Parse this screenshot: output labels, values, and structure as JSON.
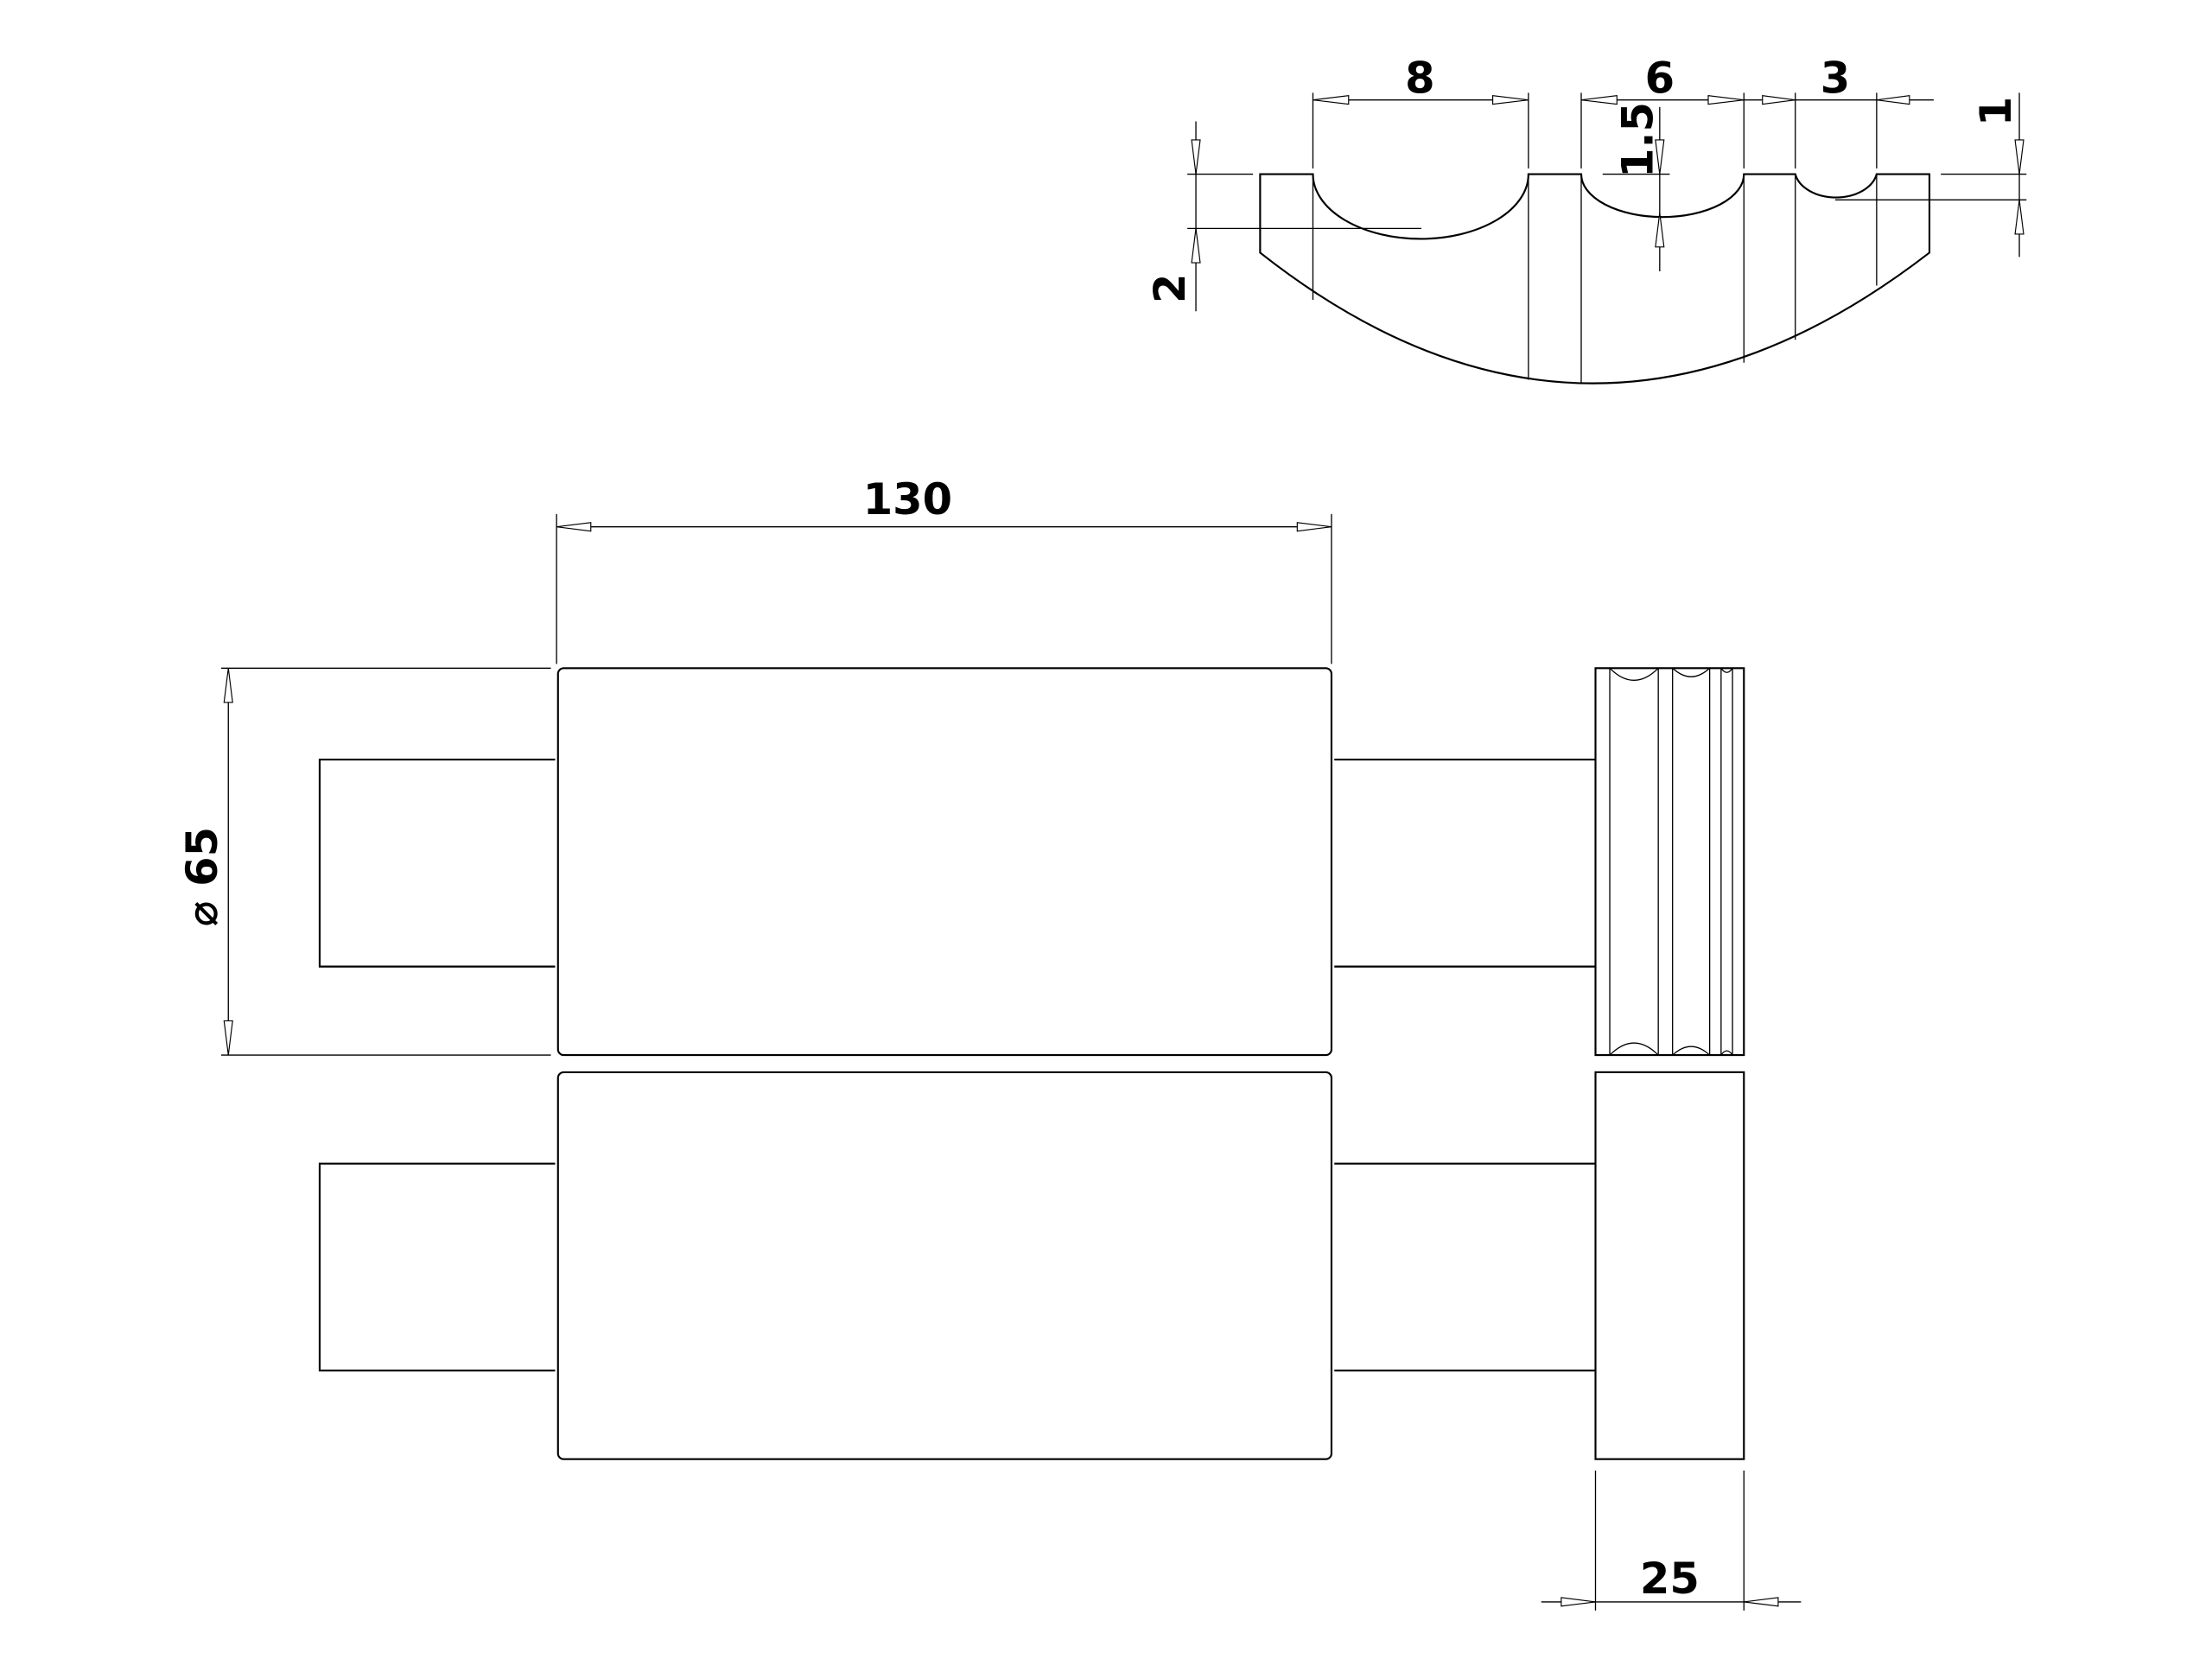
{
  "drawing": {
    "groove_section": {
      "widths": {
        "large": "8",
        "medium": "6",
        "small": "3"
      },
      "depths": {
        "large": "2",
        "medium": "1.5",
        "small": "1"
      }
    },
    "roller": {
      "length": "130",
      "diameter": "65",
      "diameter_symbol": "⌀",
      "wheel_width": "25"
    },
    "colors": {
      "line": "#000000",
      "background": "#ffffff"
    }
  }
}
